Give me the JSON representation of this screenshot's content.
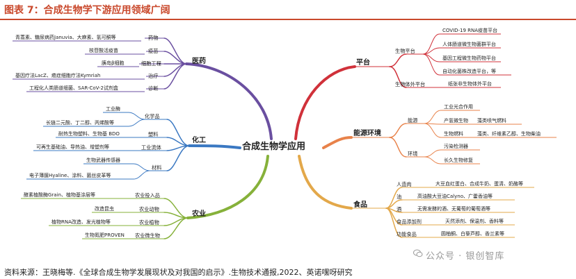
{
  "title": "图表 7：合成生物学下游应用领域广阔",
  "center": "合成生物学应用",
  "branches": {
    "medicine": {
      "label": "医药",
      "items": [
        {
          "leaf": "青蒿素、糖尿病药Januvia、大麻素、氢可酮等",
          "sub": "药物"
        },
        {
          "leaf": "核苷酸活疫苗",
          "sub": "疫苗"
        },
        {
          "leaf": "胰岛β细胞",
          "sub": "细胞工程"
        },
        {
          "leaf": "基因疗法LacZ、癌症细胞疗法Kymriah",
          "sub": "治疗"
        },
        {
          "leaf": "工程化人类肠道细菌、SAR-CoV-2试剂盒",
          "sub": "诊断"
        }
      ]
    },
    "chemical": {
      "label": "化工",
      "items": [
        {
          "leaf": "工业酶",
          "sub": ""
        },
        {
          "leaf": "长链二元酸、丁二醇、丙烯酸等",
          "sub": "化学品"
        },
        {
          "leaf": "耐热生物塑料、生物基 BDO",
          "sub": "塑料"
        },
        {
          "leaf": "可再生基础油、导热油、增塑剂等",
          "sub": "工业流体"
        },
        {
          "leaf": "生物武器传感器",
          "sub": ""
        },
        {
          "leaf": "电子薄膜Hyaline、涂料、菌丝皮革等",
          "sub": "材料"
        }
      ]
    },
    "agriculture": {
      "label": "农业",
      "items": [
        {
          "leaf": "酵素植酸酶Grain、植物基涂层等",
          "sub": "农业投入品"
        },
        {
          "leaf": "改造昆虫",
          "sub": "农业动物"
        },
        {
          "leaf": "植物RNA改造、发光植物等",
          "sub": "农业植物"
        },
        {
          "leaf": "生物氮肥PROVEN",
          "sub": "农业微生物"
        }
      ]
    },
    "platform": {
      "label": "平台",
      "subs": [
        {
          "label": "生物平台",
          "leaves": [
            "COVID-19 RNA疫苗平台",
            "人体肠道微生物菌群平台",
            "基因工程微生物药物平台",
            "自动化菌株改造平台，等"
          ]
        },
        {
          "label": "生物体外平台",
          "leaves": [
            "纸张非生物体外平台"
          ]
        }
      ]
    },
    "energy": {
      "label": "能源环境",
      "subs": [
        {
          "label": "能源",
          "leaves": [
            "工业光合作用",
            "产氢微生物",
            "藻类喷气燃料",
            "生物燃料",
            "藻类、纤维素乙醇、生物柴油"
          ]
        },
        {
          "label": "环境",
          "leaves": [
            "污染检测器",
            "长久生物修复"
          ]
        }
      ]
    },
    "food": {
      "label": "食品",
      "items": [
        {
          "sub": "人造肉",
          "leaf": "大豆血红蛋白、合成牛奶、蛋清、奶酪等"
        },
        {
          "sub": "油",
          "leaf": "高油酸大豆油Calyno、广藿香油等"
        },
        {
          "sub": "酒",
          "leaf": "无需发酵的酒、无葡萄的葡萄酒等"
        },
        {
          "sub": "食品添加剂",
          "leaf": "天然添剂、保温剂、香料等"
        },
        {
          "sub": "功能食品",
          "leaf": "圆柚酮、白藜芦醇、香兰素等"
        }
      ]
    }
  },
  "colors": {
    "title": "#c9482b",
    "medicine": "#6a4fa0",
    "chemical": "#3a78c2",
    "agriculture": "#86b13a",
    "platform": "#d0313a",
    "energy": "#e8824a",
    "food": "#e3a84a"
  },
  "watermark": "公众号 · 银创智库",
  "source": "资料来源：王晓梅等.《全球合成生物学发展现状及对我国的启示》.生物技术通报,2022、英诺嘿呀研究"
}
